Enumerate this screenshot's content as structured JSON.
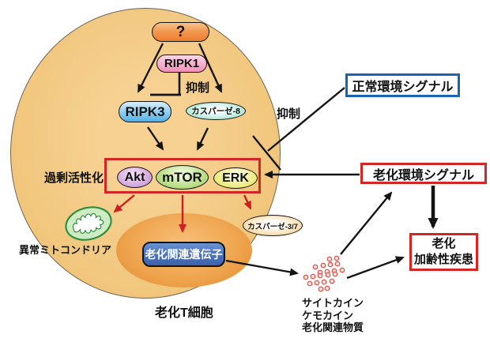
{
  "diagram": {
    "cell_label": "老化T細胞",
    "nodes": {
      "unknown": "?",
      "ripk1": "RIPK1",
      "ripk3": "RIPK3",
      "caspase8": "カスパーゼ-8",
      "akt": "Akt",
      "mtor": "mTOR",
      "erk": "ERK",
      "caspase37": "カスパーゼ-3/7",
      "senescence_genes": "老化関連遺伝子"
    },
    "annotations": {
      "inhibition_top": "抑制",
      "inhibition_right": "抑制",
      "hyperactivation": "過剰活性化",
      "abnormal_mitochondria": "異常ミトコンドリア",
      "secreted_factors": [
        "サイトカイン",
        "ケモカイン",
        "老化関連物質"
      ]
    },
    "external_boxes": {
      "normal_signal": "正常環境シグナル",
      "aging_signal": "老化環境シグナル",
      "disease_line1": "老化",
      "disease_line2": "加齢性疾患"
    },
    "colors": {
      "cell_fill": "#f3c983",
      "nucleus_fill": "#efa54f",
      "red_accent": "#d42525",
      "blue_accent": "#1765b3",
      "red_arrow": "#cc2020",
      "black_arrow": "#141414",
      "secreted_dot": "#e4544b",
      "mitochondria_green": "#2e8f3e"
    }
  }
}
